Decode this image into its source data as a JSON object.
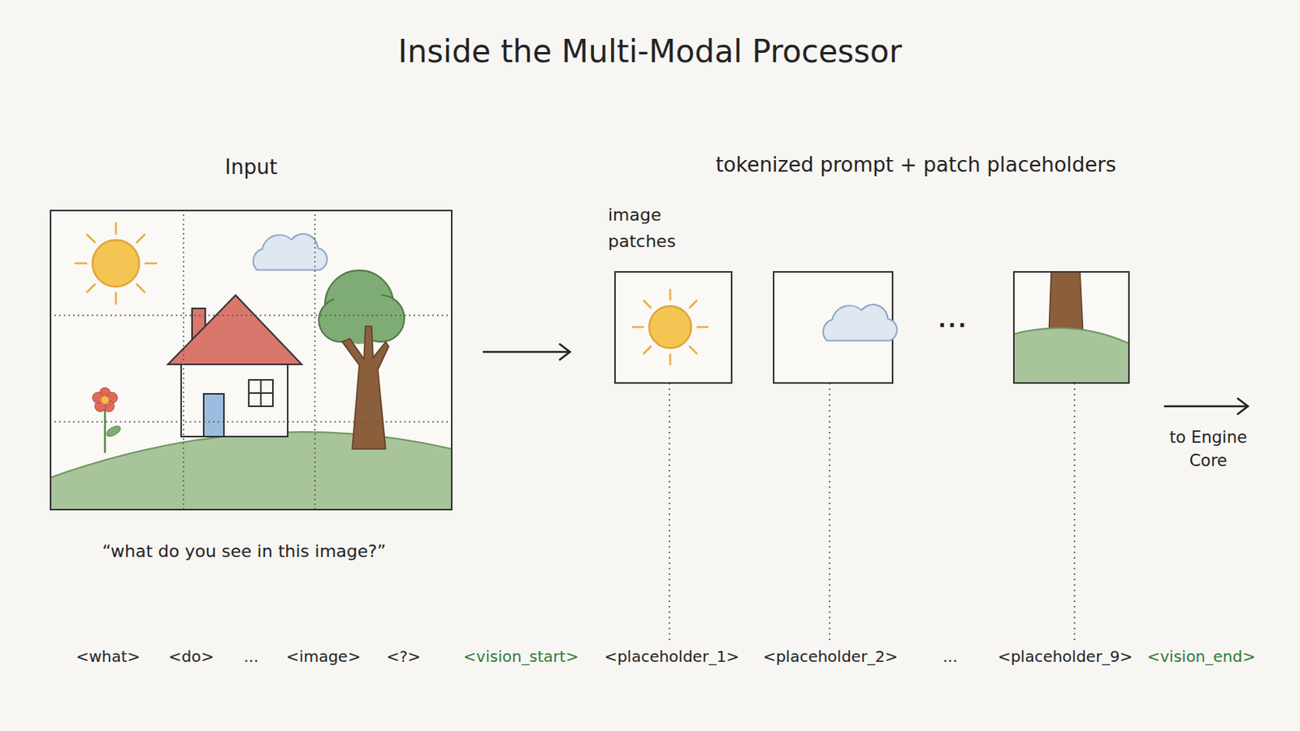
{
  "diagram": {
    "title": "Inside the Multi-Modal Processor",
    "nodes": [
      {
        "text": [
          "Input"
        ]
      }
    ],
    "labels": [
      "“what do you see in this image?”",
      "tokenized prompt + patch placeholders",
      "image patches",
      "...",
      "to Engine Core",
      "<what>",
      "<do>",
      "...",
      "<image>",
      "<?>",
      "<vision_start>",
      "<placeholder_1>",
      "<placeholder_2>",
      "...",
      "<placeholder_9>",
      "<vision_end>"
    ]
  }
}
